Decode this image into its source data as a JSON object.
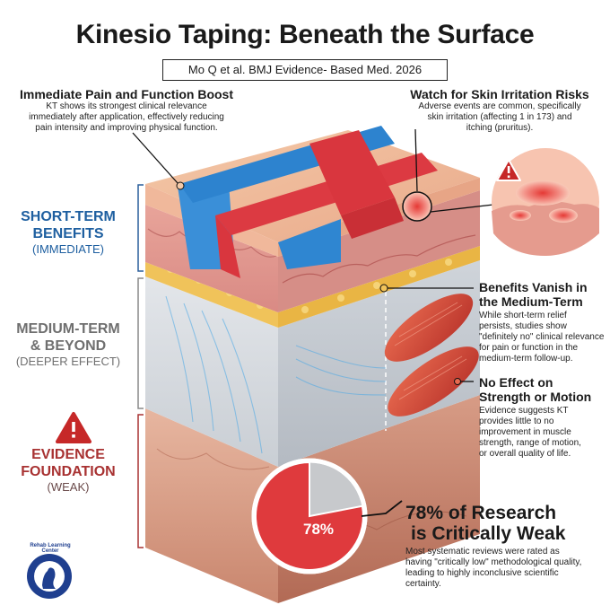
{
  "title": "Kinesio Taping: Beneath the Surface",
  "citation": "Mo Q et al. BMJ Evidence- Based Med. 2026",
  "colors": {
    "short_term": "#1e5fa0",
    "medium_term": "#6f6f6f",
    "evidence": "#a83232",
    "tape_blue": "#2f86d1",
    "tape_red": "#d9363e",
    "warning": "#c62828"
  },
  "callouts": {
    "pain_boost": {
      "title": "Immediate Pain and Function Boost",
      "body": [
        "KT shows its strongest clinical relevance",
        "immediately after application, effectively reducing",
        "pain intensity and improving physical function."
      ]
    },
    "skin_irritation": {
      "title": "Watch for Skin Irritation Risks",
      "body": [
        "Adverse events are common, specifically",
        "skin irritation (affecting 1 in 173) and",
        "itching (pruritus)."
      ]
    },
    "benefits_vanish": {
      "title": [
        "Benefits Vanish in",
        "the Medium-Term"
      ],
      "body": [
        "While short-term relief",
        "persists, studies show",
        "\"definitely no\" clinical relevance",
        "for pain or function in the",
        "medium-term follow-up."
      ]
    },
    "no_effect": {
      "title": [
        "No Effect on",
        "Strength or Motion"
      ],
      "body": [
        "Evidence suggests KT",
        "provides little to no",
        "improvement in muscle",
        "strength, range of motion,",
        "or overall quality of life."
      ]
    },
    "research": {
      "title": [
        "78% of Research",
        "is Critically Weak"
      ],
      "body": [
        "Most systematic reviews were rated as",
        "having \"critically low\" methodological quality,",
        "leading to highly inconclusive scientific",
        "certainty."
      ]
    }
  },
  "sections": {
    "short_term": {
      "title": [
        "SHORT-TERM",
        "BENEFITS"
      ],
      "sub": "(IMMEDIATE)"
    },
    "medium_term": {
      "title": [
        "MEDIUM-TERM",
        "& BEYOND"
      ],
      "sub": "(DEEPER EFFECT)"
    },
    "evidence": {
      "title": [
        "EVIDENCE",
        "FOUNDATION"
      ],
      "sub": "(WEAK)"
    }
  },
  "pie": {
    "value_pct": 78,
    "label": "78%"
  },
  "logo_text": "Rehab Learning Center",
  "icons": [
    "warning-triangle-icon",
    "skin-rash-icon",
    "muscle-icon",
    "logo-icon"
  ]
}
